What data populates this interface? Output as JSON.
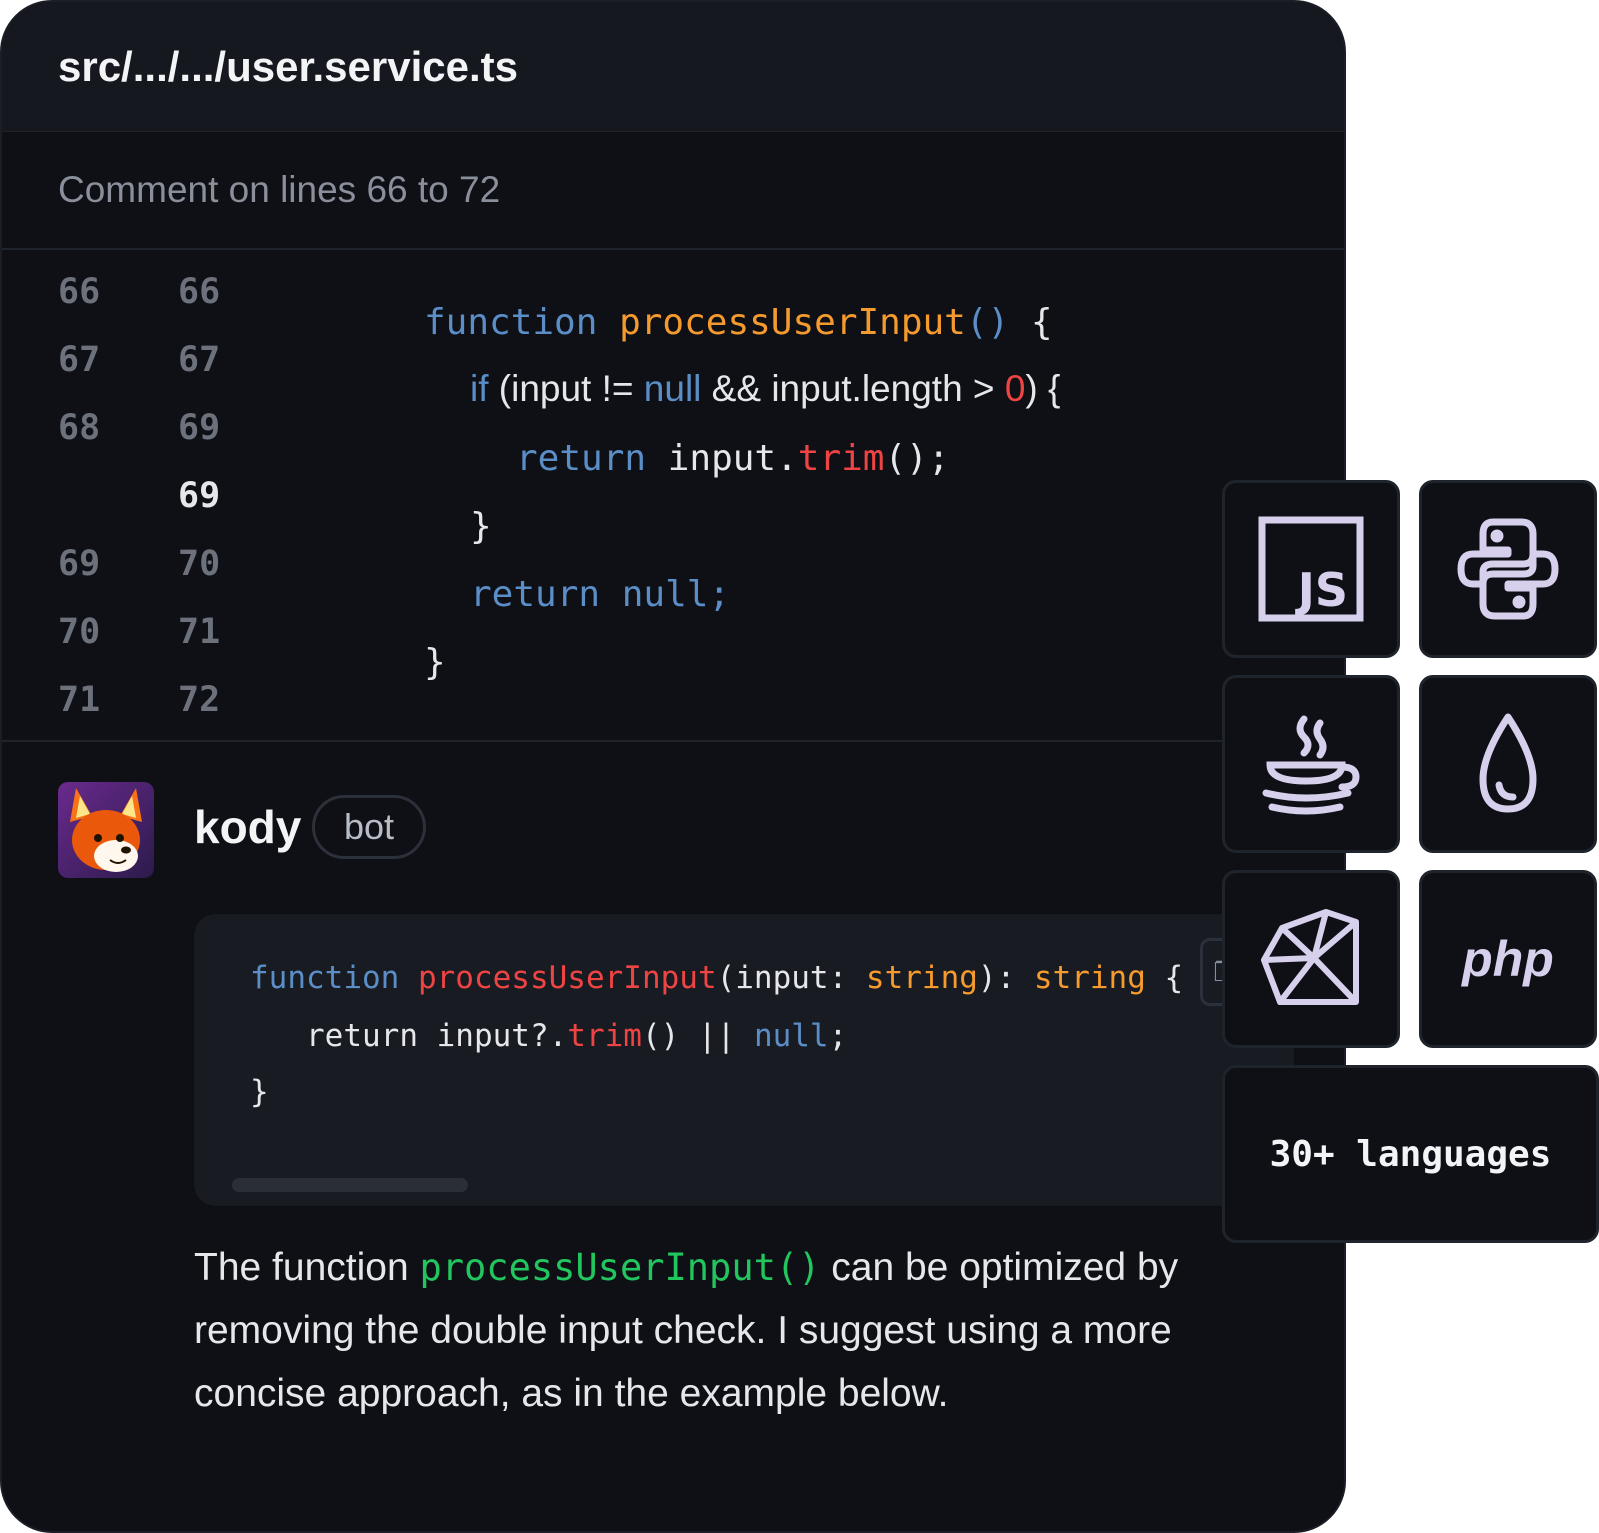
{
  "file": {
    "path": "src/.../.../user.service.ts"
  },
  "comment": {
    "range_label": "Comment on lines 66 to 72"
  },
  "diff": {
    "lines": [
      {
        "old": "66",
        "new": "66"
      },
      {
        "old": "67",
        "new": "67"
      },
      {
        "old": "68",
        "new": "69"
      },
      {
        "old": "",
        "new": "69"
      },
      {
        "old": "69",
        "new": "70"
      },
      {
        "old": "70",
        "new": "71"
      },
      {
        "old": "71",
        "new": "72"
      }
    ],
    "code": {
      "l1_kw": "function",
      "l1_fn": "processUserInput",
      "l1_paren": "()",
      "l1_brace": "{",
      "l2_if": "if",
      "l2_a": "(input != ",
      "l2_null": "null",
      "l2_b": " && input.length > ",
      "l2_zero": "0",
      "l2_c": ") {",
      "l3_kw": "return",
      "l3_a": " input.",
      "l3_fn": "trim",
      "l3_b": "();",
      "l4": "}",
      "l5": "return null;",
      "l6": "}"
    }
  },
  "reviewer": {
    "name": "kody",
    "badge": "bot"
  },
  "suggestion": {
    "l1_kw": "function",
    "l1_fn": "processUserInput",
    "l1_a": "(input: ",
    "l1_t1": "string",
    "l1_b": "): ",
    "l1_t2": "string",
    "l1_c": " {",
    "l2_a": "return input?.",
    "l2_fn": "trim",
    "l2_b": "() || ",
    "l2_null": "null",
    "l2_c": ";",
    "l3": "}"
  },
  "message": {
    "before": "The function ",
    "code": "processUserInput()",
    "after": " can be optimized by removing the double input check. I suggest using a more concise approach, as in the example below."
  },
  "languages": {
    "icons": [
      "javascript-icon",
      "python-icon",
      "java-icon",
      "elixir-icon",
      "ruby-icon",
      "php-icon"
    ],
    "php_label": "php",
    "more_label": "30+ languages"
  },
  "colors": {
    "background": "#0e1016",
    "keyword": "#5b8ec6",
    "function": "#f59a2e",
    "error": "#ef4444",
    "inline_code": "#22c55e",
    "icon": "#d6d0ec"
  }
}
